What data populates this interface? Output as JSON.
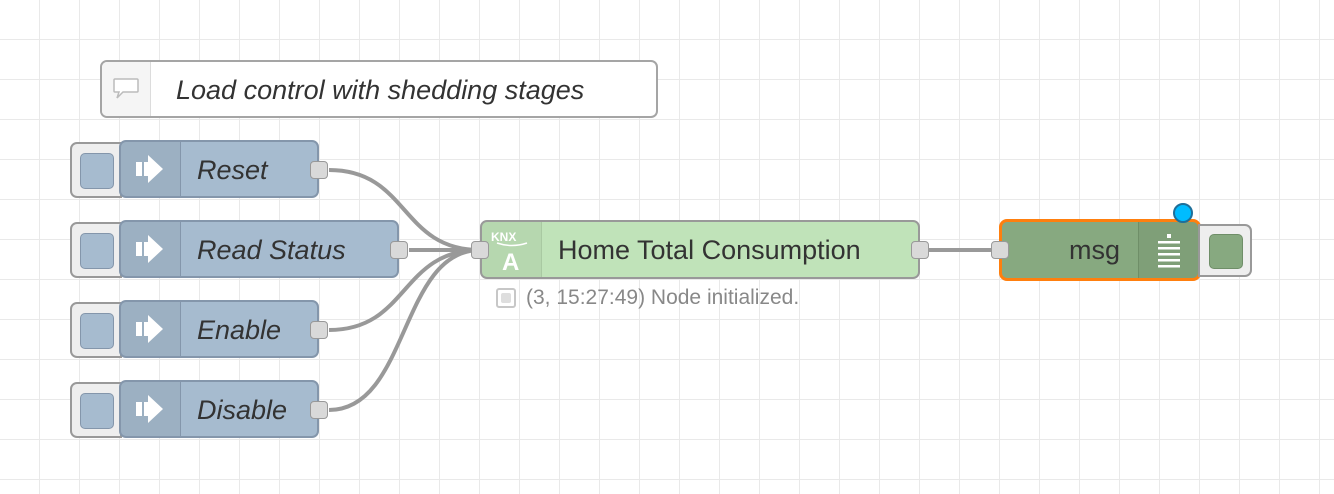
{
  "flow": {
    "comment": {
      "label": "Load control with shedding stages",
      "icon": "speech-bubble-icon"
    },
    "inject_nodes": [
      {
        "label": "Reset",
        "icon": "arrow-right-icon"
      },
      {
        "label": "Read Status",
        "icon": "arrow-right-icon"
      },
      {
        "label": "Enable",
        "icon": "arrow-right-icon"
      },
      {
        "label": "Disable",
        "icon": "arrow-right-icon"
      }
    ],
    "knx_node": {
      "label": "Home Total Consumption",
      "icon_text_top": "KNX",
      "icon_text_main": "A",
      "status": "(3, 15:27:49) Node initialized."
    },
    "debug_node": {
      "label": "msg",
      "icon": "list-lines-icon",
      "changed": true
    }
  },
  "colors": {
    "inject": "#a6bbcf",
    "knx": "#c0e3b9",
    "debug": "#87a980",
    "selected_border": "#ff7f0e",
    "changed_indicator": "#00bcff",
    "wire": "#999999"
  }
}
